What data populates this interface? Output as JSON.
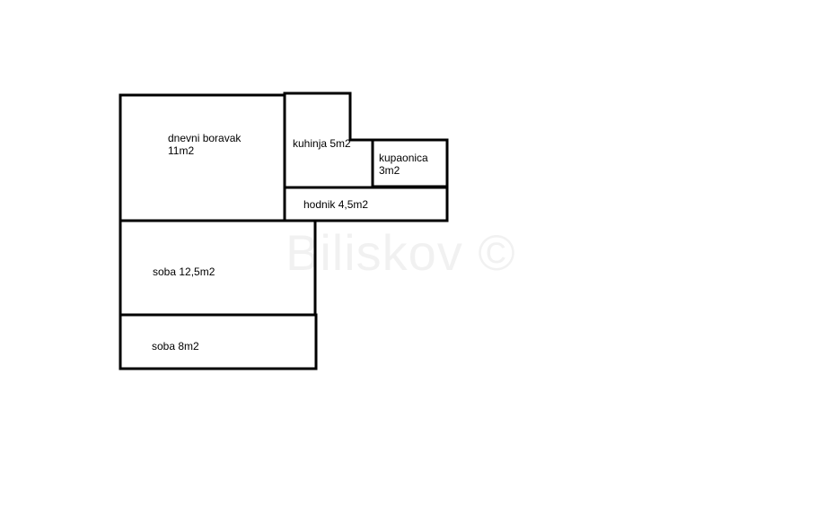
{
  "watermark": "Biliskov ©",
  "rooms": {
    "dnevni_boravak": {
      "line1": "dnevni boravak",
      "line2": "11m2"
    },
    "kuhinja": {
      "label": "kuhinja 5m2"
    },
    "kupaonica": {
      "line1": "kupaonica",
      "line2": "3m2"
    },
    "hodnik": {
      "label": "hodnik 4,5m2"
    },
    "soba_1": {
      "label": "soba 12,5m2"
    },
    "soba_2": {
      "label": "soba 8m2"
    }
  }
}
